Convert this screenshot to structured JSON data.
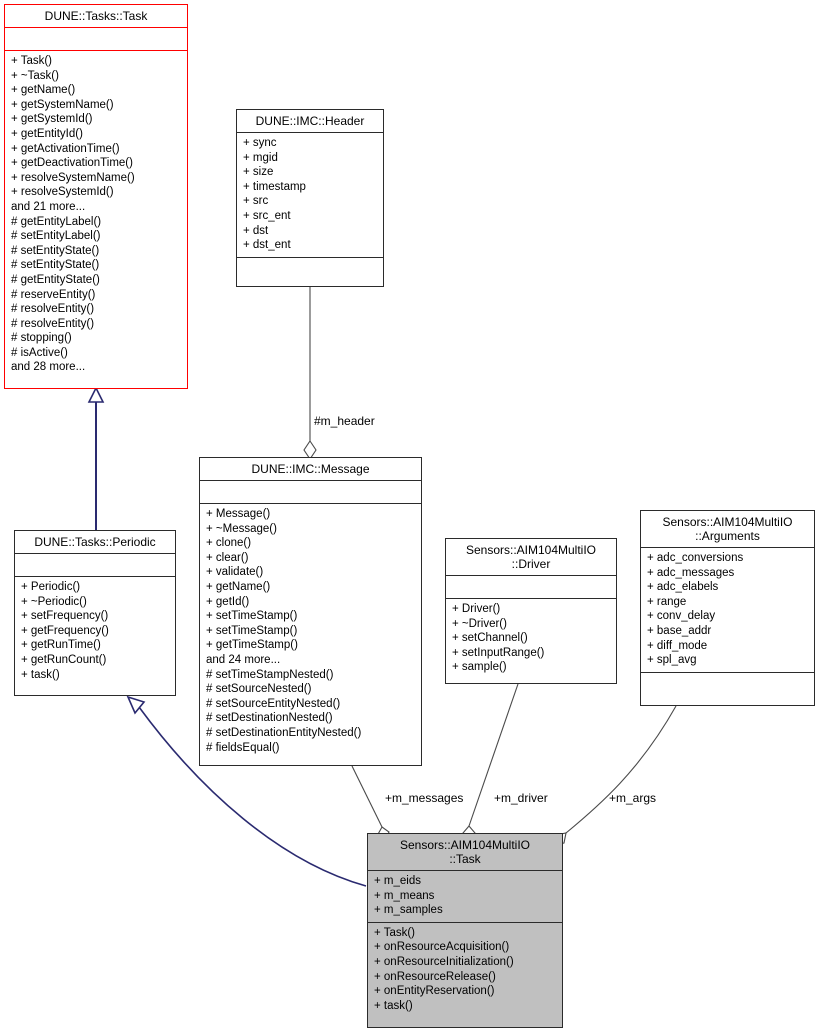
{
  "diagram": {
    "type": "uml-class-diagram",
    "background": "#ffffff",
    "colors": {
      "root_border": "#ff0000",
      "box_border": "#2b2b2b",
      "highlight_fill": "#c0c0c0",
      "inheritance_line": "#2a2a70",
      "association_line": "#4a4a4a"
    }
  },
  "classes": {
    "dune_tasks_task": {
      "title": "DUNE::Tasks::Task",
      "attributes": [],
      "operations": [
        "+ Task()",
        "+ ~Task()",
        "+ getName()",
        "+ getSystemName()",
        "+ getSystemId()",
        "+ getEntityId()",
        "+ getActivationTime()",
        "+ getDeactivationTime()",
        "+ resolveSystemName()",
        "+ resolveSystemId()",
        "and 21 more...",
        "# getEntityLabel()",
        "# setEntityLabel()",
        "# setEntityState()",
        "# setEntityState()",
        "# getEntityState()",
        "# reserveEntity()",
        "# resolveEntity()",
        "# resolveEntity()",
        "# stopping()",
        "# isActive()",
        "and 28 more..."
      ]
    },
    "dune_imc_header": {
      "title": "DUNE::IMC::Header",
      "attributes": [
        "+ sync",
        "+ mgid",
        "+ size",
        "+ timestamp",
        "+ src",
        "+ src_ent",
        "+ dst",
        "+ dst_ent"
      ],
      "operations": []
    },
    "dune_imc_message": {
      "title": "DUNE::IMC::Message",
      "attributes": [],
      "operations": [
        "+ Message()",
        "+ ~Message()",
        "+ clone()",
        "+ clear()",
        "+ validate()",
        "+ getName()",
        "+ getId()",
        "+ setTimeStamp()",
        "+ setTimeStamp()",
        "+ getTimeStamp()",
        "and 24 more...",
        "# setTimeStampNested()",
        "# setSourceNested()",
        "# setSourceEntityNested()",
        "# setDestinationNested()",
        "# setDestinationEntityNested()",
        "# fieldsEqual()"
      ]
    },
    "dune_tasks_periodic": {
      "title": "DUNE::Tasks::Periodic",
      "attributes": [],
      "operations": [
        "+ Periodic()",
        "+ ~Periodic()",
        "+ setFrequency()",
        "+ getFrequency()",
        "+ getRunTime()",
        "+ getRunCount()",
        "+ task()"
      ]
    },
    "aim104_driver": {
      "title": "Sensors::AIM104MultiIO\n::Driver",
      "attributes": [],
      "operations": [
        "+ Driver()",
        "+ ~Driver()",
        "+ setChannel()",
        "+ setInputRange()",
        "+ sample()"
      ]
    },
    "aim104_arguments": {
      "title": "Sensors::AIM104MultiIO\n::Arguments",
      "attributes": [
        "+ adc_conversions",
        "+ adc_messages",
        "+ adc_elabels",
        "+ range",
        "+ conv_delay",
        "+ base_addr",
        "+ diff_mode",
        "+ spl_avg"
      ],
      "operations": []
    },
    "aim104_task": {
      "title": "Sensors::AIM104MultiIO\n::Task",
      "attributes": [
        "+ m_eids",
        "+ m_means",
        "+ m_samples"
      ],
      "operations": [
        "+ Task()",
        "+ onResourceAcquisition()",
        "+ onResourceInitialization()",
        "+ onResourceRelease()",
        "+ onEntityReservation()",
        "+ task()"
      ]
    }
  },
  "edge_labels": {
    "m_header": "#m_header",
    "m_messages": "+m_messages",
    "m_driver": "+m_driver",
    "m_args": "+m_args"
  }
}
